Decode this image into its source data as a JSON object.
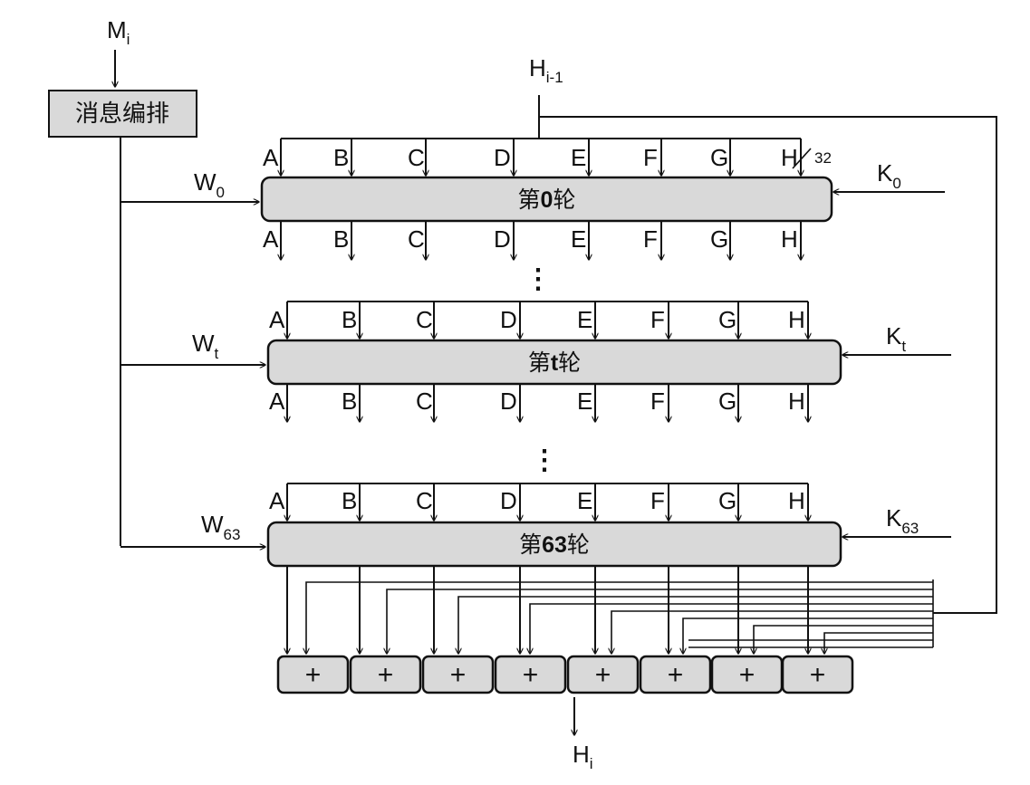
{
  "input_label": {
    "main": "M",
    "sub": "i"
  },
  "message_schedule_label": "消息编排",
  "prev_hash_label": {
    "main": "H",
    "sub": "i-1"
  },
  "bus_width_label": "32",
  "output_label": {
    "main": "H",
    "sub": "i"
  },
  "ellipsis": "⋮",
  "register_names": [
    "A",
    "B",
    "C",
    "D",
    "E",
    "F",
    "G",
    "H"
  ],
  "rounds": [
    {
      "prefix": "第",
      "number": "0",
      "suffix": "轮",
      "w_main": "W",
      "w_sub": "0",
      "k_main": "K",
      "k_sub": "0"
    },
    {
      "prefix": "第",
      "number": "t",
      "suffix": "轮",
      "w_main": "W",
      "w_sub": "t",
      "k_main": "K",
      "k_sub": "t"
    },
    {
      "prefix": "第",
      "number": "63",
      "suffix": "轮",
      "w_main": "W",
      "w_sub": "63",
      "k_main": "K",
      "k_sub": "63"
    }
  ],
  "adder_symbol": "+",
  "adder_count": 8,
  "colors": {
    "box_fill": "#d9d9d9",
    "line": "#111111",
    "background": "#ffffff"
  }
}
